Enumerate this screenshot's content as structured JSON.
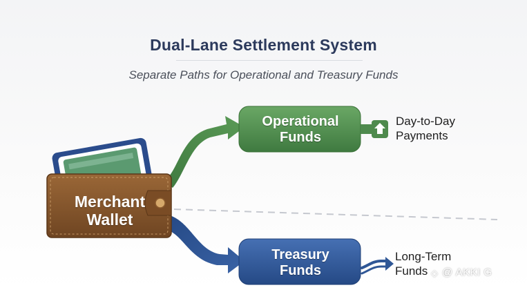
{
  "title": "Dual-Lane Settlement System",
  "subtitle": "Separate Paths for Operational and Treasury Funds",
  "nodes": {
    "wallet": {
      "label": "Merchant Wallet",
      "line1": "Merchant",
      "line2": "Wallet",
      "color": "#8a5a2e"
    },
    "operational": {
      "label": "Operational Funds",
      "line1": "Operational",
      "line2": "Funds",
      "color": "#4e8a4d"
    },
    "treasury": {
      "label": "Treasury Funds",
      "line1": "Treasury",
      "line2": "Funds",
      "color": "#2f5796"
    }
  },
  "outputs": {
    "day_to_day": {
      "line1": "Day-to-Day",
      "line2": "Payments"
    },
    "long_term": {
      "line1": "Long-Term",
      "line2": "Funds"
    }
  },
  "watermark": "@ AKKI G"
}
